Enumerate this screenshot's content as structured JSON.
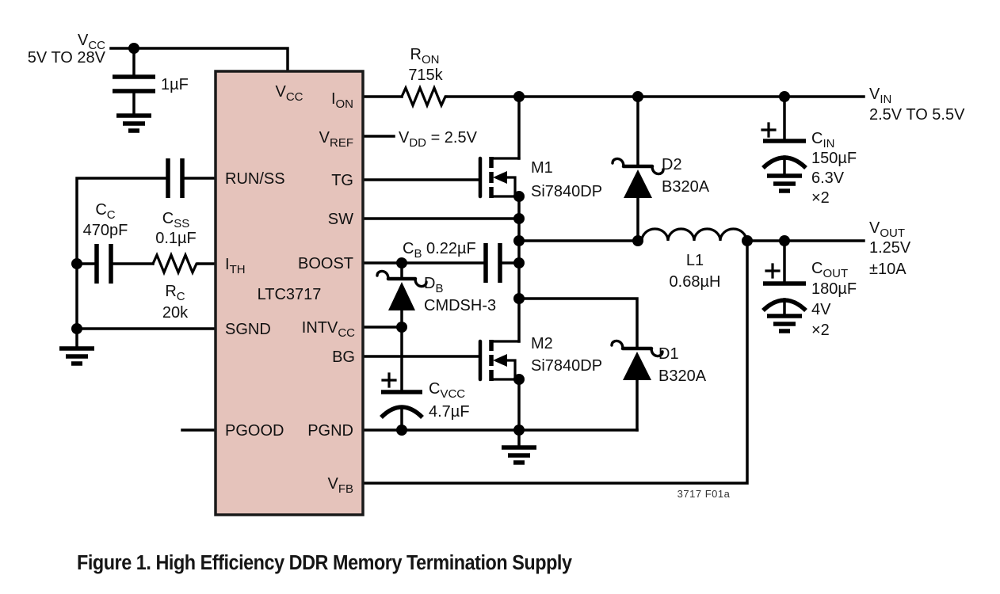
{
  "ic": {
    "name": "LTC3717",
    "pins": {
      "vcc": {
        "main": "V",
        "sub": "CC"
      },
      "ion": {
        "main": "I",
        "sub": "ON"
      },
      "vref": {
        "main": "V",
        "sub": "REF"
      },
      "tg": {
        "main": "TG"
      },
      "sw": {
        "main": "SW"
      },
      "boost": {
        "main": "BOOST"
      },
      "intvcc": {
        "main": "INTV",
        "sub": "CC"
      },
      "bg": {
        "main": "BG"
      },
      "pgnd": {
        "main": "PGND"
      },
      "vfb": {
        "main": "V",
        "sub": "FB"
      },
      "runss": {
        "main": "RUN/SS"
      },
      "ith": {
        "main": "I",
        "sub": "TH"
      },
      "sgnd": {
        "main": "SGND"
      },
      "pgood": {
        "main": "PGOOD"
      }
    }
  },
  "nets": {
    "vcc": {
      "main": "V",
      "sub": "CC",
      "range": "5V TO 28V"
    },
    "vin": {
      "main": "V",
      "sub": "IN",
      "range": "2.5V TO 5.5V"
    },
    "vout": {
      "main": "V",
      "sub": "OUT",
      "value": "1.25V",
      "current": "±10A"
    },
    "vdd": {
      "main": "V",
      "sub": "DD",
      "eq": " = 2.5V"
    }
  },
  "components": {
    "c_bypass": {
      "value": "1µF"
    },
    "ron": {
      "ref_main": "R",
      "ref_sub": "ON",
      "value": "715k"
    },
    "css": {
      "ref_main": "C",
      "ref_sub": "SS",
      "value": "0.1µF"
    },
    "cc": {
      "ref_main": "C",
      "ref_sub": "C",
      "value": "470pF"
    },
    "rc": {
      "ref_main": "R",
      "ref_sub": "C",
      "value": "20k"
    },
    "cb": {
      "ref_main": "C",
      "ref_sub": "B",
      "value": " 0.22µF"
    },
    "db": {
      "ref_main": "D",
      "ref_sub": "B",
      "part": "CMDSH-3"
    },
    "cvcc": {
      "ref_main": "C",
      "ref_sub": "VCC",
      "value": "4.7µF"
    },
    "m1": {
      "ref": "M1",
      "part": "Si7840DP"
    },
    "m2": {
      "ref": "M2",
      "part": "Si7840DP"
    },
    "d1": {
      "ref": "D1",
      "part": "B320A"
    },
    "d2": {
      "ref": "D2",
      "part": "B320A"
    },
    "l1": {
      "ref": "L1",
      "value": "0.68µH"
    },
    "cin": {
      "ref_main": "C",
      "ref_sub": "IN",
      "value": "150µF",
      "rating": "6.3V",
      "qty": "×2"
    },
    "cout": {
      "ref_main": "C",
      "ref_sub": "OUT",
      "value": "180µF",
      "rating": "4V",
      "qty": "×2"
    }
  },
  "footnote": "3717 F01a",
  "caption": "Figure 1. High Efficiency DDR Memory Termination Supply"
}
